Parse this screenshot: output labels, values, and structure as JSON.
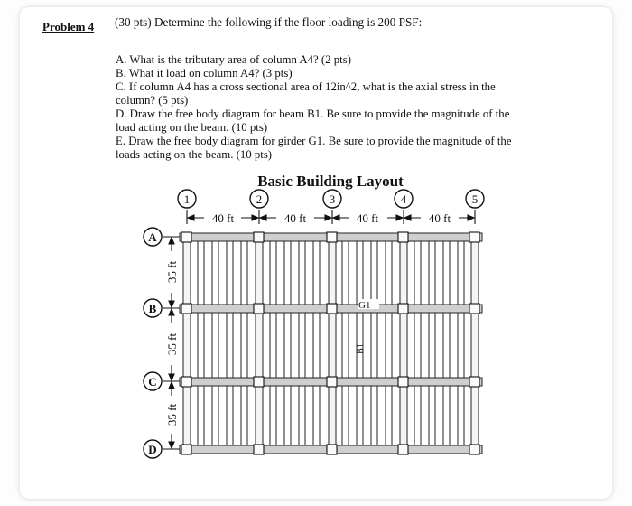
{
  "problem": {
    "label": "Problem 4",
    "intro": "(30 pts) Determine the following if the floor loading is 200 PSF:",
    "questions": [
      "A. What is the tributary area of column A4? (2 pts)",
      "B. What it load on column A4? (3 pts)",
      "C. If column A4 has a cross sectional area of 12in^2, what is the axial stress in the column? (5 pts)",
      "D. Draw the free body diagram for beam B1. Be sure to provide the magnitude of the load acting on the beam. (10 pts)",
      "E. Draw the free body diagram for girder G1. Be sure to provide the magnitude of the loads acting on the beam. (10 pts)"
    ]
  },
  "diagram": {
    "title": "Basic Building Layout",
    "column_lines": [
      "1",
      "2",
      "3",
      "4",
      "5"
    ],
    "row_lines": [
      "A",
      "B",
      "C",
      "D"
    ],
    "bay_width_labels": [
      "40 ft",
      "40 ft",
      "40 ft",
      "40 ft"
    ],
    "bay_depth_labels": [
      "35 ft",
      "35 ft",
      "35 ft"
    ],
    "girder_label": "G1",
    "beam_label": "B1"
  }
}
